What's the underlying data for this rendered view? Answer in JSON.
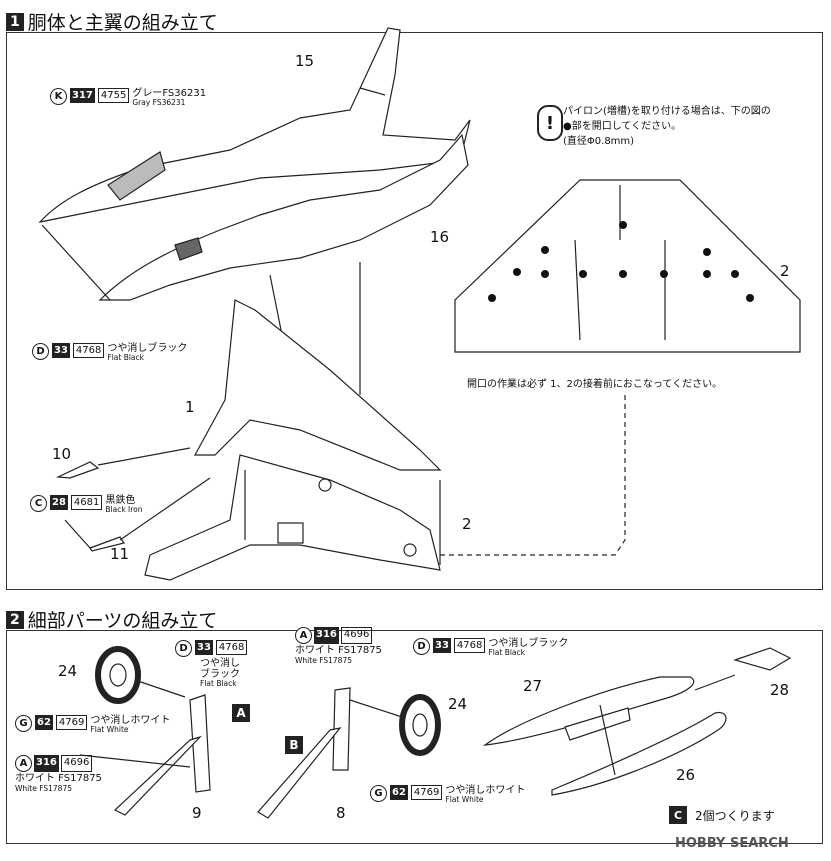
{
  "sections": [
    {
      "num": "1",
      "title": "胴体と主翼の組み立て"
    },
    {
      "num": "2",
      "title": "細部パーツの組み立て"
    }
  ],
  "section1": {
    "part_numbers": {
      "p15": "15",
      "p16": "16",
      "p1": "1",
      "p10": "10",
      "p11": "11",
      "p2a": "2",
      "p2b": "2"
    },
    "paint_k": {
      "letter": "K",
      "code1": "317",
      "code2": "4755",
      "jp": "グレーFS36231",
      "en": "Gray FS36231"
    },
    "paint_d": {
      "letter": "D",
      "code1": "33",
      "code2": "4768",
      "jp": "つや消しブラック",
      "en": "Flat Black"
    },
    "paint_c": {
      "letter": "C",
      "code1": "28",
      "code2": "4681",
      "jp": "黒鉄色",
      "en": "Black Iron"
    },
    "note": {
      "line1": "パイロン(増槽)を取り付ける場合は、下の図の",
      "line2": "●部を開口してください。",
      "line3": "(直径Φ0.8mm)",
      "bottom": "開口の作業は必ず 1、2の接着前におこなってください。"
    }
  },
  "section2": {
    "part_numbers": {
      "p24a": "24",
      "p9": "9",
      "p8": "8",
      "p24b": "24",
      "p27": "27",
      "p28": "28",
      "p26": "26"
    },
    "labels": {
      "a": "A",
      "b": "B",
      "c": "C"
    },
    "paint_d1": {
      "letter": "D",
      "code1": "33",
      "code2": "4768",
      "jp": "つや消しブラック",
      "en": "Flat Black"
    },
    "paint_g1": {
      "letter": "G",
      "code1": "62",
      "code2": "4769",
      "jp": "つや消しホワイト",
      "en": "Flat White"
    },
    "paint_a1": {
      "letter": "A",
      "code1": "316",
      "code2": "4696",
      "jp": "ホワイト FS17875",
      "en": "White FS17875"
    },
    "paint_a2": {
      "letter": "A",
      "code1": "316",
      "code2": "4696",
      "jp": "ホワイト FS17875",
      "en": "White FS17875"
    },
    "paint_d2": {
      "letter": "D",
      "code1": "33",
      "code2": "4768",
      "jp": "つや消しブラック",
      "en": "Flat Black"
    },
    "paint_g2": {
      "letter": "G",
      "code1": "62",
      "code2": "4769",
      "jp": "つや消しホワイト",
      "en": "Flat White"
    },
    "make_two": "2個つくります"
  },
  "watermark": "HOBBY SEARCH"
}
